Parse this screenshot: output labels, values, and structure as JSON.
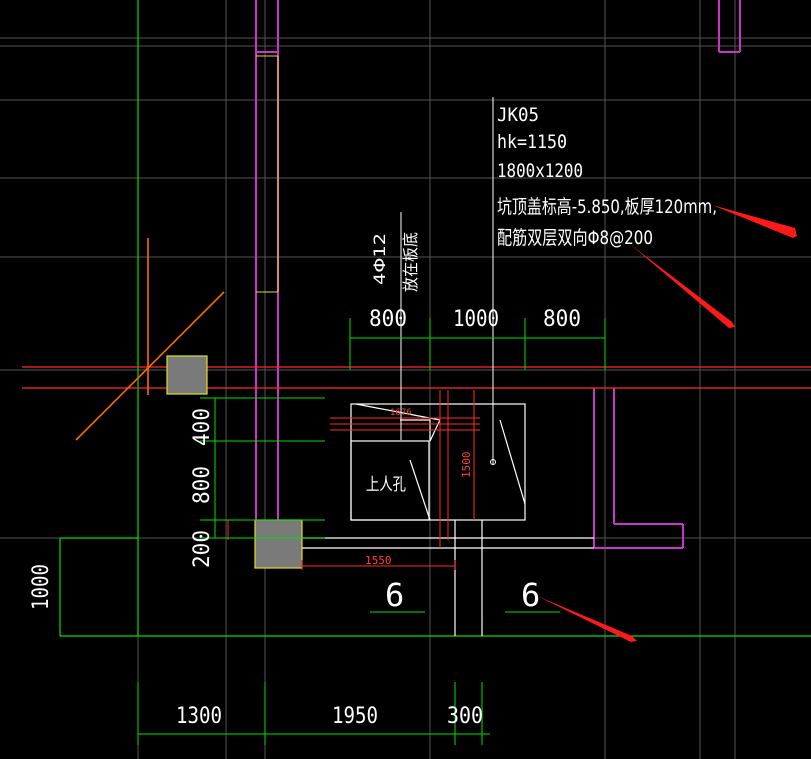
{
  "annotation": {
    "id": "JK05",
    "depth": "hk=1150",
    "size": "1800x1200",
    "line4": "坑顶盖标高-5.850,板厚120mm,",
    "line5": "配筋双层双向Φ8@200"
  },
  "rebar_label": {
    "line1": "4Φ12",
    "line2": "放在板底"
  },
  "manhole_label": "上人孔",
  "dims_top": [
    "800",
    "1000",
    "800"
  ],
  "dims_left": [
    "400",
    "800",
    "200"
  ],
  "dim_left_outer": "1000",
  "dims_bottom": [
    "1300",
    "1950",
    "300"
  ],
  "dim_red_horizontal": "1550",
  "dim_red_small": "1676",
  "dim_red_vertical": "1500",
  "section_marks": [
    "6",
    "6"
  ],
  "colors": {
    "background": "#000000",
    "dimension": "#00ff00",
    "text": "#ffffff",
    "wall": "#cc33cc",
    "red_line": "#ff2a2a",
    "orange_line": "#ff6a00",
    "yellow": "#ffff33",
    "column_fill": "#7a7a7a",
    "arrow": "#ff1a1a"
  }
}
